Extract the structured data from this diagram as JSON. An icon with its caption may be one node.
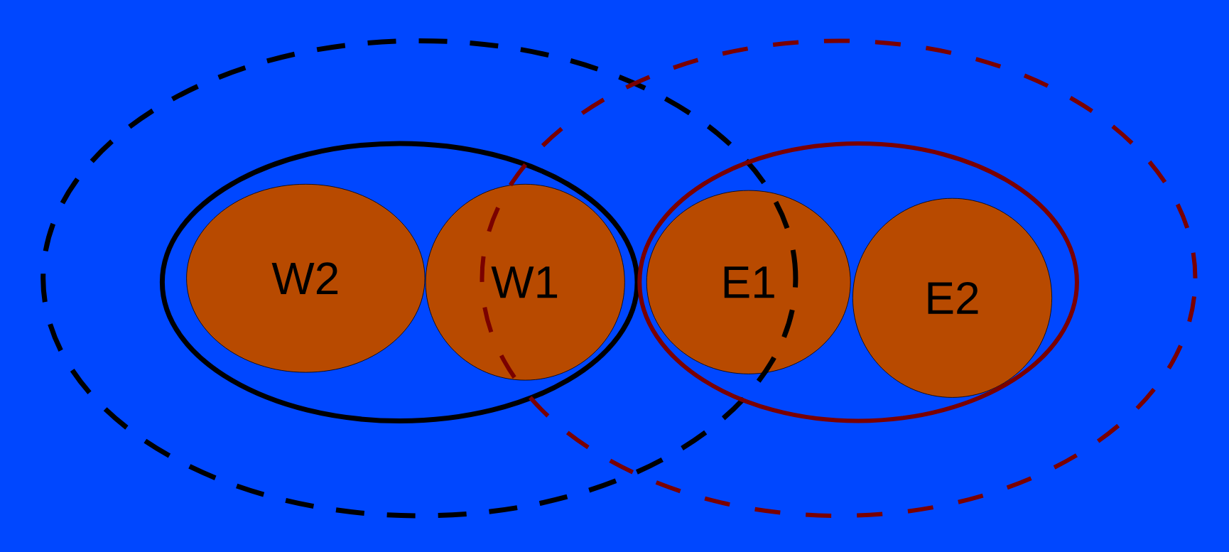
{
  "diagram": {
    "nodes": [
      {
        "text": [],
        "shape": "ellipse"
      },
      {
        "text": [],
        "shape": "ellipse",
        "in": 0
      },
      {
        "text": [],
        "shape": "ellipse"
      },
      {
        "text": [],
        "shape": "ellipse",
        "in": 2
      },
      {
        "text": [
          "W2"
        ],
        "in": 1
      },
      {
        "text": [
          "W1"
        ],
        "in": 1
      },
      {
        "text": [
          "E1"
        ],
        "in": 3
      },
      {
        "text": [
          "E2"
        ],
        "in": 3
      }
    ]
  }
}
